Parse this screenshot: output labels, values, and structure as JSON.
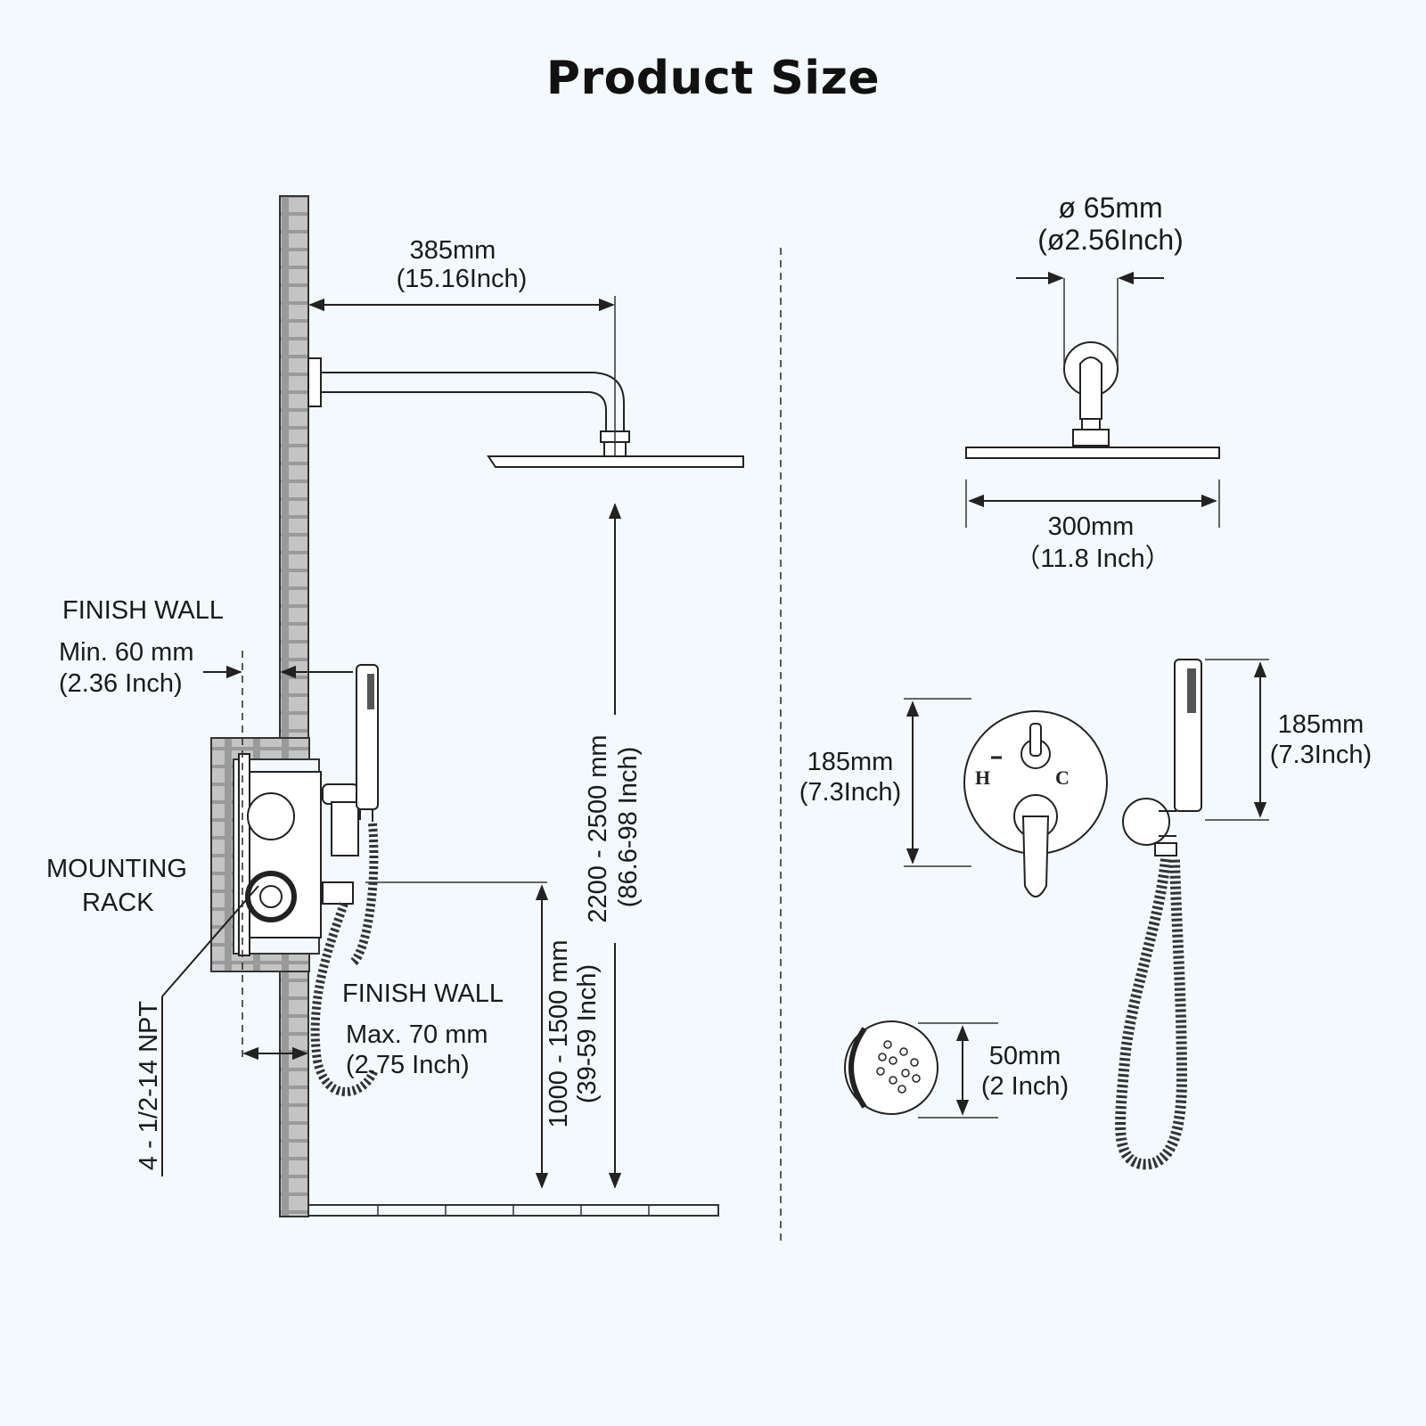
{
  "title": "Product Size",
  "labels": {
    "arm_length_mm": "385mm",
    "arm_length_in": "(15.16Inch)",
    "finish_wall_1": "FINISH   WALL",
    "min_depth_mm": "Min. 60 mm",
    "min_depth_in": "(2.36 Inch)",
    "mounting_rack_1": "MOUNTING",
    "mounting_rack_2": "RACK",
    "npt": "4 - 1/2-14 NPT",
    "finish_wall_2": "FINISH  WALL",
    "max_depth_mm": "Max. 70 mm",
    "max_depth_in": "(2.75 Inch)",
    "valve_height_mm": "1000 - 1500 mm",
    "valve_height_in": "(39-59 Inch)",
    "head_height_mm": "2200 - 2500 mm",
    "head_height_in": "(86.6-98 Inch)",
    "flange_dia_mm": "ø 65mm",
    "flange_dia_in": "(ø2.56Inch)",
    "head_width_mm": "300mm",
    "head_width_in": "（11.8 Inch）",
    "plate_height_mm": "185mm",
    "plate_height_in": "(7.3Inch)",
    "hand_height_mm": "185mm",
    "hand_height_in": "(7.3Inch)",
    "hot": "H",
    "cold": "C",
    "jet_dia_mm": "50mm",
    "jet_dia_in": "(2 Inch)"
  }
}
